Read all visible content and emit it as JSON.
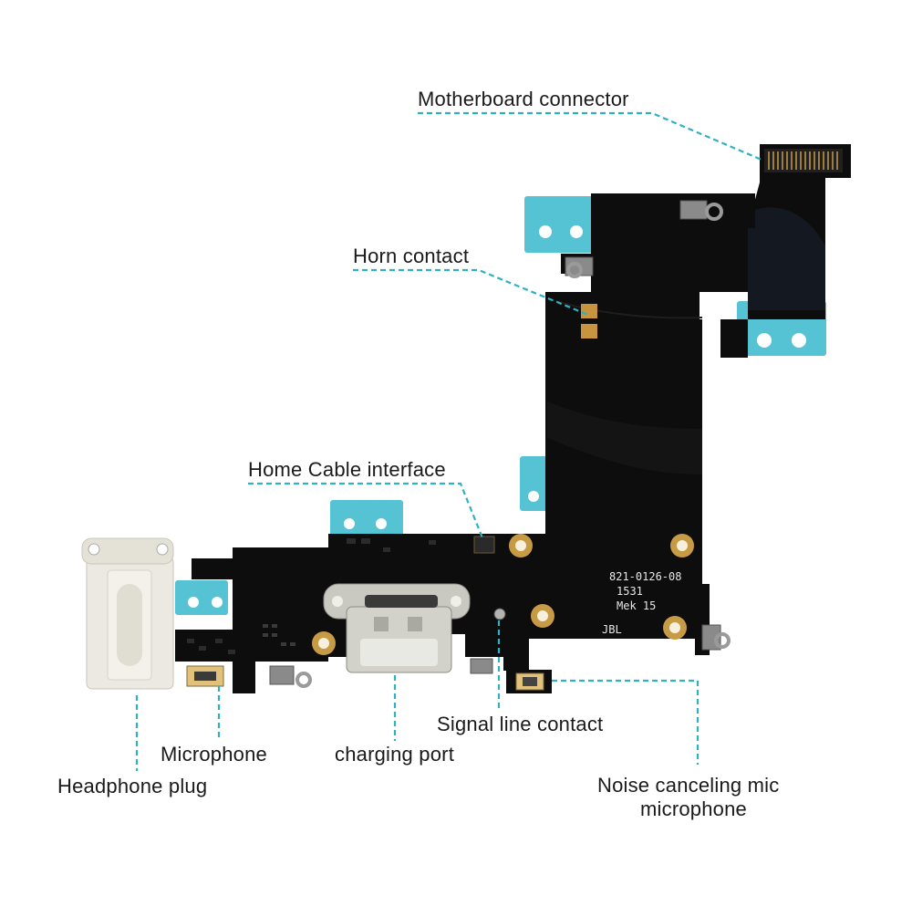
{
  "labels": {
    "motherboard_connector": "Motherboard connector",
    "horn_contact": "Horn contact",
    "home_cable_interface": "Home Cable interface",
    "signal_line_contact": "Signal line contact",
    "microphone": "Microphone",
    "charging_port": "charging port",
    "headphone_plug": "Headphone plug",
    "noise_mic_line1": "Noise canceling mic",
    "noise_mic_line2": "microphone"
  },
  "silkscreen": {
    "part_number": "821-0126-08",
    "date_code": "1531",
    "mek": "Mek 15",
    "brand": "JBL"
  },
  "colors": {
    "board": "#0d0d0d",
    "tape": "#55c3d3",
    "leader": "#2fb1bf",
    "gold": "#c79a45",
    "jack": "#ebe9e1",
    "port": "#d2d2ca"
  }
}
